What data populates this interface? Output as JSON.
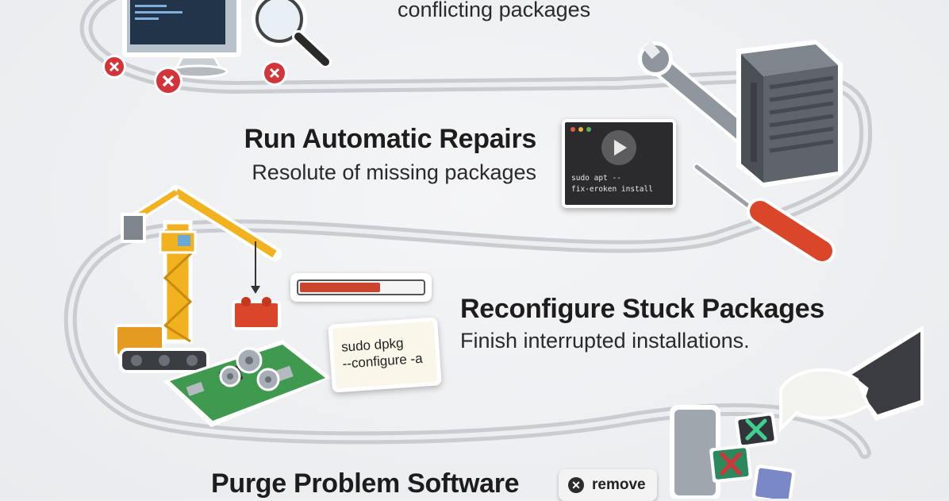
{
  "steps": [
    {
      "subtitle": "conflicting packages"
    },
    {
      "title": "Run Automatic Repairs",
      "subtitle": "Resolute of missing packages"
    },
    {
      "title": "Reconfigure Stuck Packages",
      "subtitle": "Finish interrupted installations."
    },
    {
      "title": "Purge Problem Software"
    }
  ],
  "terminal": {
    "line1": "sudo apt --",
    "line2": "fix-eroken install"
  },
  "command_card": {
    "line1": "sudo dpkg",
    "line2": "--configure -a"
  },
  "remove_badge": {
    "label": "remove",
    "icon": "close-icon"
  },
  "progress": {
    "value": 0.64
  },
  "colors": {
    "accent_red": "#c9452d",
    "crane_yellow": "#f2b21f",
    "path_gray": "#c9ccd1"
  }
}
